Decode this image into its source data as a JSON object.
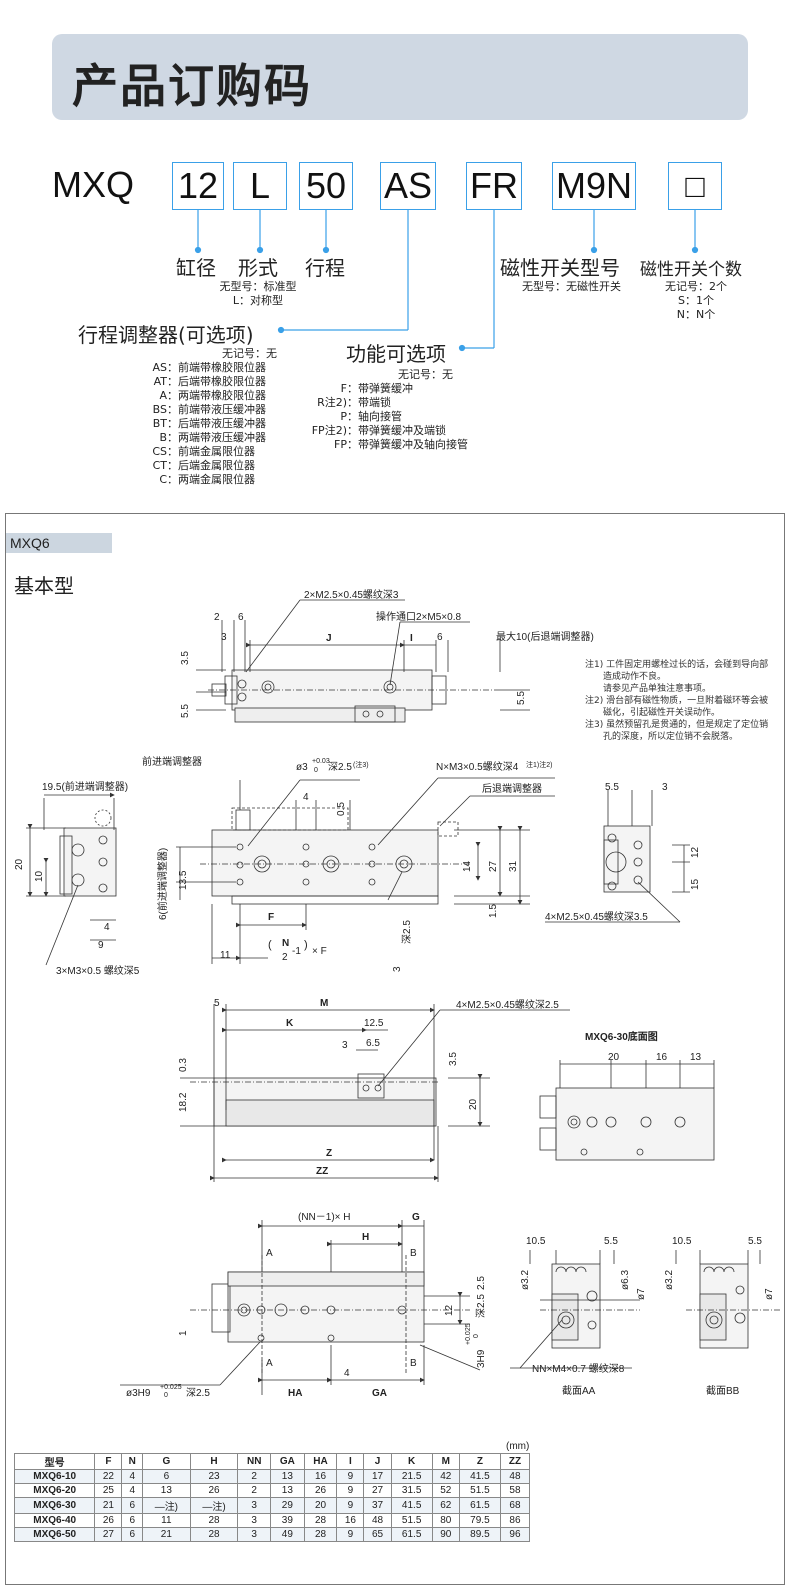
{
  "header": {
    "title": "产品订购码"
  },
  "order_code": {
    "prefix": "MXQ",
    "boxes": [
      {
        "value": "12"
      },
      {
        "value": "L"
      },
      {
        "value": "50"
      },
      {
        "value": "AS"
      },
      {
        "value": "FR"
      },
      {
        "value": "M9N"
      },
      {
        "value": "□"
      }
    ],
    "labels": {
      "bore": "缸径",
      "type": "形式",
      "stroke": "行程",
      "switch_model": "磁性开关型号",
      "switch_count": "磁性开关个数",
      "stroke_adjuster": "行程调整器(可选项)",
      "function_option": "功能可选项"
    },
    "type_notes": [
      "无型号：标准型",
      "L：对称型"
    ],
    "switch_model_notes": [
      "无型号：无磁性开关"
    ],
    "switch_count_notes": [
      "无记号：2个",
      "S：1个",
      "N：N个"
    ],
    "stroke_adjuster_notes": [
      [
        "",
        "无记号：无"
      ],
      [
        "AS：",
        "前端带橡胶限位器"
      ],
      [
        "AT：",
        "后端带橡胶限位器"
      ],
      [
        "A：",
        "两端带橡胶限位器"
      ],
      [
        "BS：",
        "前端带液压缓冲器"
      ],
      [
        "BT：",
        "后端带液压缓冲器"
      ],
      [
        "B：",
        "两端带液压缓冲器"
      ],
      [
        "CS：",
        "前端金属限位器"
      ],
      [
        "CT：",
        "后端金属限位器"
      ],
      [
        "C：",
        "两端金属限位器"
      ]
    ],
    "function_notes": [
      [
        "",
        "无记号：无"
      ],
      [
        "F：",
        "带弹簧缓冲"
      ],
      [
        "R注2)：",
        "带端锁"
      ],
      [
        "P：",
        "轴向接管"
      ],
      [
        "FP注2)：",
        "带弹簧缓冲及端锁"
      ],
      [
        "FP：",
        "带弹簧缓冲及轴向接管"
      ]
    ]
  },
  "section": {
    "tag": "MXQ6",
    "title": "基本型",
    "notes": [
      "注1) 工件固定用螺栓过长的话，会碰到导向部",
      "　　造成动作不良。",
      "　　请参见产品单独注意事项。",
      "注2) 滑台部有磁性物质，一旦附着磁环等会被",
      "　　磁化，引起磁性开关误动作。",
      "注3) 虽然预留孔是贯通的，但是规定了定位销",
      "　　孔的深度，所以定位销不会脱落。"
    ],
    "callouts": {
      "thread_top": "2×M2.5×0.45螺纹深3",
      "port": "操作通口2×M5×0.8",
      "max_rear": "最大10(后退端调整器)",
      "front_adj": "前进端调整器",
      "front_adj_dim": "19.5(前进端调整器)",
      "pin": "ø3",
      "pin_tol_top": "+0.03",
      "pin_tol_bot": "0",
      "pin_depth": "深2.5",
      "pin_note": "(注3)",
      "n_thread": "N×M3×0.5螺纹深4",
      "n_thread_note": "注1)注2)",
      "rear_adj": "后退端调整器",
      "side_thread": "3×M3×0.5 螺纹深5",
      "right_thread": "4×M2.5×0.45螺纹深3.5",
      "front_adj_v": "6(前进端调整器)",
      "thread_mid": "4×M2.5×0.45螺纹深2.5",
      "bottom_view": "MXQ6-30底面图",
      "nn_thread": "NN×M4×0.7 螺纹深8",
      "pin_bottom": "ø3H9",
      "pin_bottom_depth": "深2.5",
      "pin_h9_right": "3H9",
      "pin_h9_tol": "+0.025",
      "pin_h9_tol0": "0",
      "pin_h9_depth": "深2.5",
      "section_aa": "截面AA",
      "section_bb": "截面BB",
      "formula_n": "N",
      "formula_rest": "-1",
      "formula_f": "× F",
      "formula_nn": "(NN－1)× H"
    }
  },
  "table": {
    "unit": "(mm)",
    "headers": [
      "型号",
      "F",
      "N",
      "G",
      "H",
      "NN",
      "GA",
      "HA",
      "I",
      "J",
      "K",
      "M",
      "Z",
      "ZZ"
    ],
    "rows": [
      [
        "MXQ6-10",
        "22",
        "4",
        "6",
        "23",
        "2",
        "13",
        "16",
        "9",
        "17",
        "21.5",
        "42",
        "41.5",
        "48"
      ],
      [
        "MXQ6-20",
        "25",
        "4",
        "13",
        "26",
        "2",
        "13",
        "26",
        "9",
        "27",
        "31.5",
        "52",
        "51.5",
        "58"
      ],
      [
        "MXQ6-30",
        "21",
        "6",
        "—注)",
        "—注)",
        "3",
        "29",
        "20",
        "9",
        "37",
        "41.5",
        "62",
        "61.5",
        "68"
      ],
      [
        "MXQ6-40",
        "26",
        "6",
        "11",
        "28",
        "3",
        "39",
        "28",
        "16",
        "48",
        "51.5",
        "80",
        "79.5",
        "86"
      ],
      [
        "MXQ6-50",
        "27",
        "6",
        "21",
        "28",
        "3",
        "49",
        "28",
        "9",
        "65",
        "61.5",
        "90",
        "89.5",
        "96"
      ]
    ]
  }
}
